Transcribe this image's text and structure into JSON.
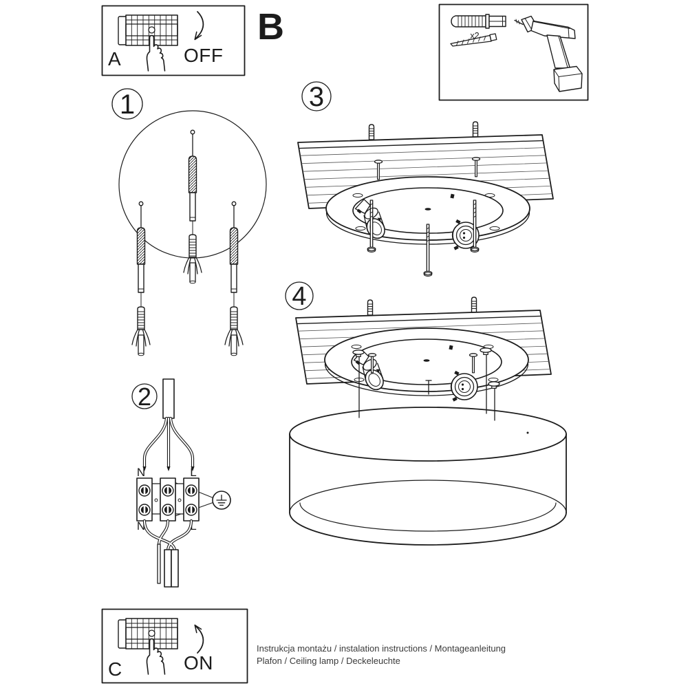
{
  "document": {
    "background": "#ffffff",
    "ink": "#1c1c1c",
    "footer": {
      "line1": "Instrukcja montażu / instalation instructions / Montageanleitung",
      "line2": "Plafon / Ceiling lamp / Deckeleuchte"
    }
  },
  "sections": {
    "power_off": {
      "label": "A",
      "action": "OFF"
    },
    "parts": {
      "label": "B"
    },
    "tools": {
      "anchor_quantity": "x2"
    },
    "power_on": {
      "label": "C",
      "action": "ON"
    }
  },
  "steps": {
    "s1": {
      "number": "1"
    },
    "s2": {
      "number": "2",
      "wiring_labels": {
        "n_top": "N",
        "l_top": "L",
        "n_bottom": "N",
        "l_bottom": "L"
      }
    },
    "s3": {
      "number": "3"
    },
    "s4": {
      "number": "4"
    }
  },
  "illustrations": {
    "power_off": "circuit-breaker-panel with hand pressing switch, arrow down",
    "tools": "wall-plug x2, screw, cordless-drill",
    "s1": "magnifying circle with screws and wall plugs",
    "s2": "mains cable, terminal block, earth-ground symbol",
    "s3": "mounting round base to wooden ceiling panel with screws",
    "s4": "attaching drum lampshade to mounted base",
    "power_on": "circuit-breaker-panel with hand pressing switch, arrow up"
  }
}
